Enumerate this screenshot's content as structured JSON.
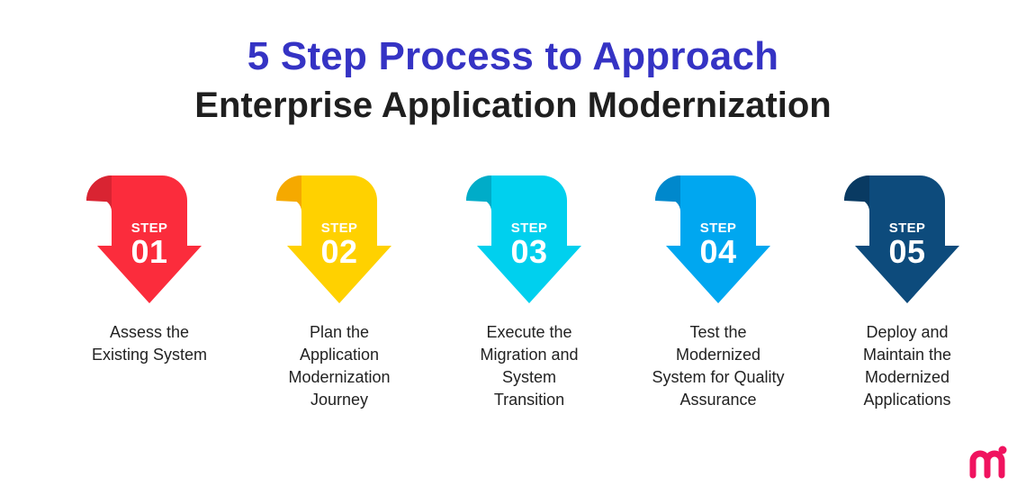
{
  "title": {
    "line1": "5 Step Process to Approach",
    "line2": "Enterprise Application Modernization"
  },
  "steps": [
    {
      "step_word": "STEP",
      "number": "01",
      "text_lines": [
        "Assess the",
        "Existing System"
      ],
      "color_main": "#fb2c3c",
      "color_dark": "#d92432"
    },
    {
      "step_word": "STEP",
      "number": "02",
      "text_lines": [
        "Plan the",
        "Application",
        "Modernization",
        "Journey"
      ],
      "color_main": "#ffd100",
      "color_dark": "#f5a900"
    },
    {
      "step_word": "STEP",
      "number": "03",
      "text_lines": [
        "Execute the",
        "Migration and",
        "System",
        "Transition"
      ],
      "color_main": "#00d0ee",
      "color_dark": "#00acc8"
    },
    {
      "step_word": "STEP",
      "number": "04",
      "text_lines": [
        "Test the",
        "Modernized",
        "System for Quality",
        "Assurance"
      ],
      "color_main": "#00a7f0",
      "color_dark": "#0088cc"
    },
    {
      "step_word": "STEP",
      "number": "05",
      "text_lines": [
        "Deploy and",
        "Maintain the",
        "Modernized",
        "Applications"
      ],
      "color_main": "#0d4b7c",
      "color_dark": "#093a62"
    }
  ],
  "logo": {
    "color": "#f0135f",
    "icon": "mi-logo-icon"
  }
}
